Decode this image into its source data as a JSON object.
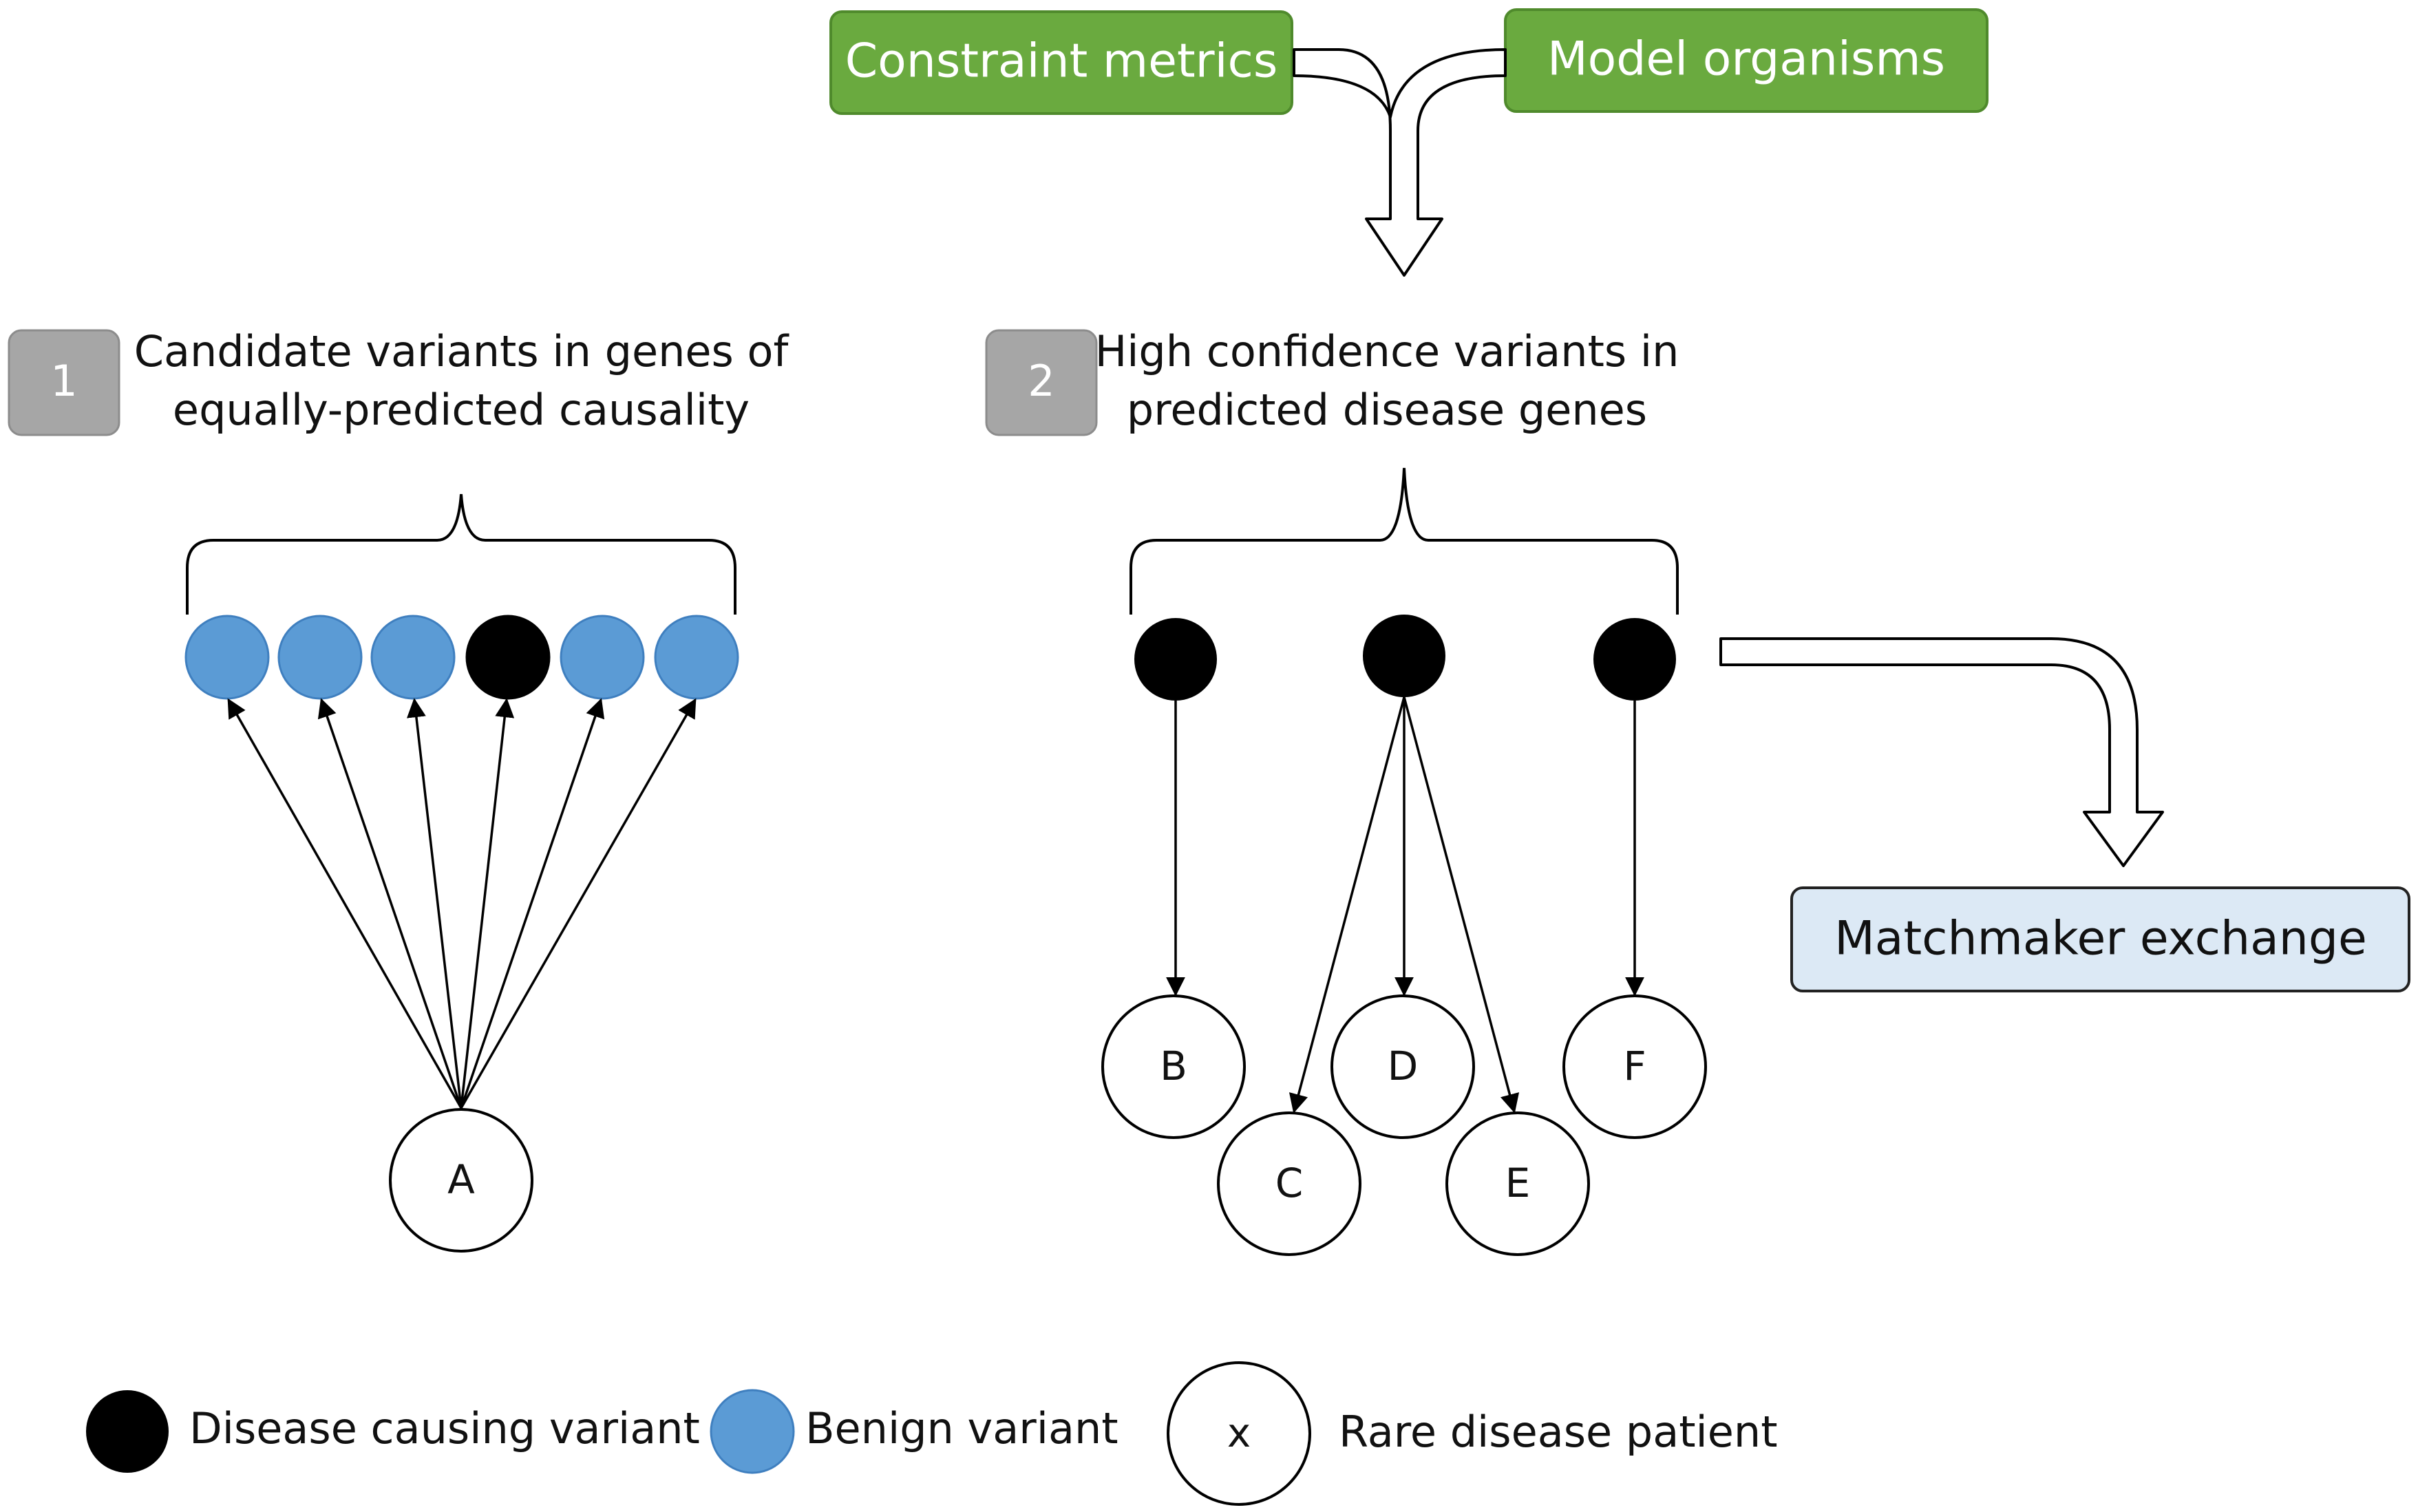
{
  "sources": {
    "constraint_metrics": "Constraint metrics",
    "model_organisms": "Model organisms"
  },
  "step1": {
    "number": "1",
    "title_line1": "Candidate variants in genes of",
    "title_line2": "equally-predicted causality",
    "variants": [
      "benign",
      "benign",
      "benign",
      "disease",
      "benign",
      "benign"
    ],
    "patient": "A"
  },
  "step2": {
    "number": "2",
    "title_line1": "High confidence variants in",
    "title_line2": "predicted disease genes",
    "patients": [
      "B",
      "C",
      "D",
      "E",
      "F"
    ]
  },
  "matchmaker": {
    "label": "Matchmaker exchange"
  },
  "legend": {
    "disease": "Disease causing variant",
    "benign": "Benign variant",
    "patient_symbol": "x",
    "patient": "Rare disease patient"
  },
  "colors": {
    "green_box": "#6aaa3f",
    "green_border": "#4f8a2c",
    "gray_box": "#a6a6a6",
    "benign_fill": "#5b9bd5",
    "benign_border": "#3f7fbf",
    "disease_fill": "#000000",
    "matchmaker_fill": "#dce9f5"
  }
}
